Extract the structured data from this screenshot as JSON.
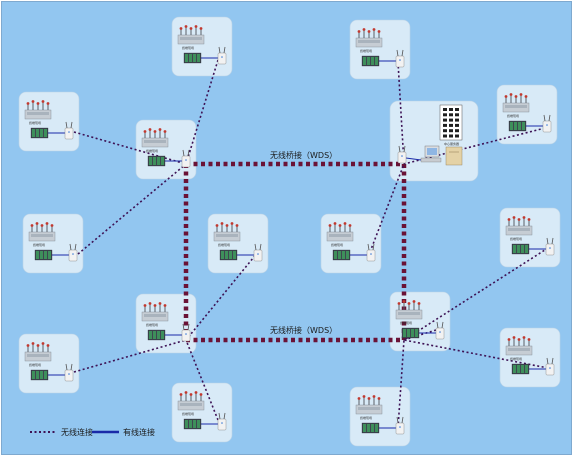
{
  "diagram": {
    "wds_top_label": "无线桥接（WDS）",
    "wds_bottom_label": "无线桥接（WDS）",
    "server_label": "中心服务器",
    "node_label": "终端现场",
    "legend": {
      "wireless_label": "无线连接",
      "wired_label": "有线连接"
    },
    "colors": {
      "background": "#92c6f0",
      "card": "#d8eaf7",
      "wds_link": "#6a1236",
      "wireless_link": "#3d1255",
      "wired_link": "#1a2aa8"
    }
  }
}
